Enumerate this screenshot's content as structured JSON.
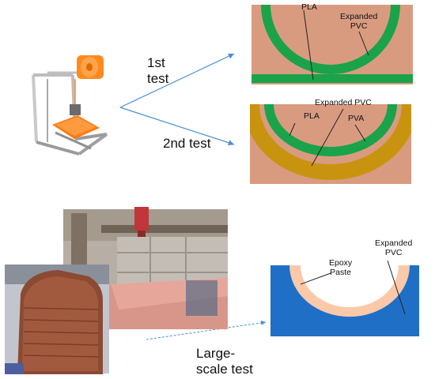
{
  "tests": {
    "first_line1": "1st",
    "first_line2": "test",
    "second": "2nd test",
    "large_line1": "Large-",
    "large_line2": "scale test"
  },
  "panel1": {
    "label_pla": "PLA",
    "label_expanded_line1": "Expanded",
    "label_expanded_line2": "PVC"
  },
  "panel2": {
    "label_expanded": "Expanded PVC",
    "label_pla": "PLA",
    "label_pva": "PVA"
  },
  "panel3": {
    "label_expanded_line1": "Expanded",
    "label_expanded_line2": "PVC",
    "label_epoxy_line1": "Epoxy",
    "label_epoxy_line2": "Paste"
  },
  "colors": {
    "pvc": "#d99b80",
    "pla": "#1aa34a",
    "pva": "#c89410",
    "large_block": "#1f6fc6",
    "epoxy": "#f9c9aa",
    "arrow": "#4a8fd6",
    "frame": "#1c3f8f"
  },
  "photos": {
    "printer": "3d-printer-photo",
    "workshop": "workshop-photo",
    "mold": "foam-mold-photo"
  }
}
